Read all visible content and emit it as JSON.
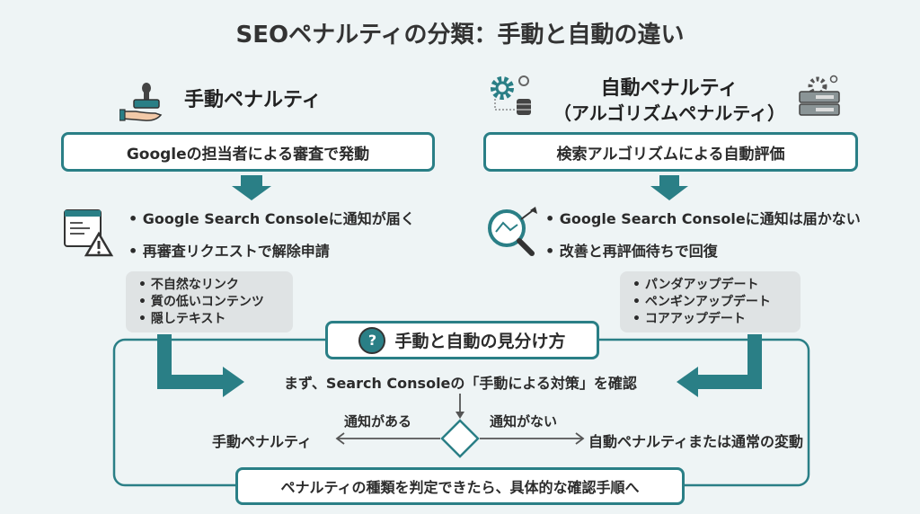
{
  "title": "SEOペナルティの分類：手動と自動の違い",
  "manual": {
    "heading": "手動ペナルティ",
    "trigger": "Googleの担当者による審査で発動",
    "bullets": [
      "Google Search Consoleに通知が届く",
      "再審査リクエストで解除申請"
    ],
    "examples": [
      "不自然なリンク",
      "質の低いコンテンツ",
      "隠しテキスト"
    ]
  },
  "auto": {
    "heading": "自動ペナルティ",
    "subheading": "（アルゴリズムペナルティ）",
    "trigger": "検索アルゴリズムによる自動評価",
    "bullets": [
      "Google Search Consoleに通知は届かない",
      "改善と再評価待ちで回復"
    ],
    "examples": [
      "パンダアップデート",
      "ペンギンアップデート",
      "コアアップデート"
    ]
  },
  "howto": {
    "heading": "手動と自動の見分け方",
    "first_step": "まず、Search Consoleの「手動による対策」を確認",
    "yes_label": "通知がある",
    "no_label": "通知がない",
    "yes_result": "手動ペナルティ",
    "no_result": "自動ペナルティまたは通常の変動",
    "next_step": "ペナルティの種類を判定できたら、具体的な確認手順へ"
  },
  "colors": {
    "accent": "#2a7f86",
    "background": "#eef4f5"
  }
}
